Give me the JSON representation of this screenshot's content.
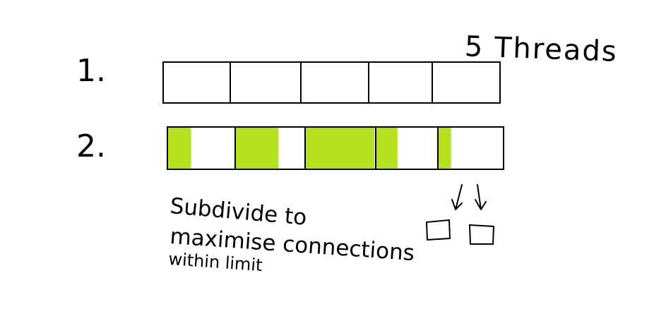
{
  "diagram": {
    "thread_label": "5 Threads",
    "row1_label": "1.",
    "row2_label": "2.",
    "caption_lines": [
      "Subdivide to",
      "maximise connections",
      "within limit"
    ],
    "row1_segments": 5,
    "row2_segments": [
      {
        "filled_fraction": 0.35
      },
      {
        "filled_fraction": 0.62
      },
      {
        "filled_fraction": 0.98
      },
      {
        "filled_fraction": 0.35
      },
      {
        "filled_fraction": 0.2
      }
    ],
    "sub_boxes": 2,
    "colors": {
      "ink": "#000000",
      "fill": "#b6e11e",
      "background": "#ffffff"
    }
  }
}
